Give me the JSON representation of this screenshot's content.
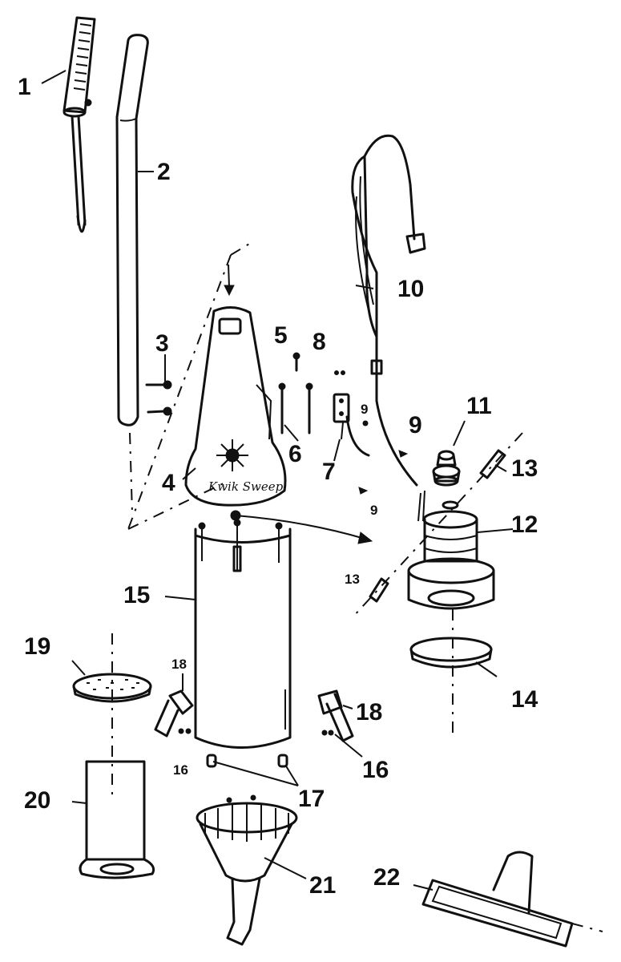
{
  "parts": [
    {
      "id": "p1",
      "label": "1"
    },
    {
      "id": "p2",
      "label": "2"
    },
    {
      "id": "p3",
      "label": "3"
    },
    {
      "id": "p4",
      "label": "4"
    },
    {
      "id": "p5",
      "label": "5"
    },
    {
      "id": "p6",
      "label": "6"
    },
    {
      "id": "p7",
      "label": "7"
    },
    {
      "id": "p8",
      "label": "8"
    },
    {
      "id": "p9a",
      "label": "9"
    },
    {
      "id": "p9b",
      "label": "9"
    },
    {
      "id": "p9c",
      "label": "9"
    },
    {
      "id": "p10",
      "label": "10"
    },
    {
      "id": "p11",
      "label": "11"
    },
    {
      "id": "p12",
      "label": "12"
    },
    {
      "id": "p13a",
      "label": "13"
    },
    {
      "id": "p13b",
      "label": "13"
    },
    {
      "id": "p14",
      "label": "14"
    },
    {
      "id": "p15",
      "label": "15"
    },
    {
      "id": "p16a",
      "label": "16"
    },
    {
      "id": "p16b",
      "label": "16"
    },
    {
      "id": "p17",
      "label": "17"
    },
    {
      "id": "p18a",
      "label": "18"
    },
    {
      "id": "p18b",
      "label": "18"
    },
    {
      "id": "p19",
      "label": "19"
    },
    {
      "id": "p20",
      "label": "20"
    },
    {
      "id": "p21",
      "label": "21"
    },
    {
      "id": "p22",
      "label": "22"
    }
  ],
  "housing_script": "Kwik Sweep"
}
